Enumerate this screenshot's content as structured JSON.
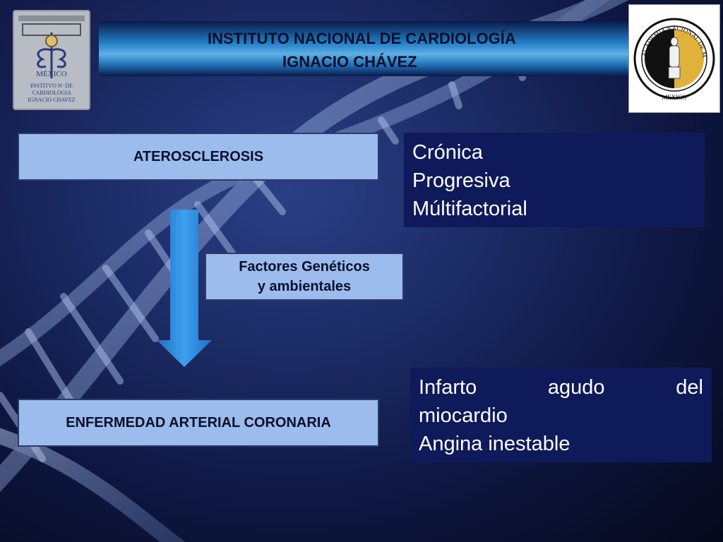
{
  "header": {
    "line1": "INSTITUTO NACIONAL DE CARDIOLOGÍA",
    "line2": "IGNACIO CHÁVEZ"
  },
  "logos": {
    "left": {
      "text_mexico": "MÉXICO",
      "text_lines": [
        "INSTITVO N· DE",
        "CARDIOLOGIA",
        "IGNACIO CHAVEZ"
      ]
    },
    "right": {
      "ring_text": "ACADEMIA NACIONAL DE MEDICINA",
      "bottom_text": "MEXICO"
    }
  },
  "diagram": {
    "atherosclerosis": "ATEROSCLEROSIS",
    "factors": [
      "Factores Genéticos",
      "y ambientales"
    ],
    "disease": "ENFERMEDAD ARTERIAL CORONARIA",
    "traits": [
      "Crónica",
      "Progresiva",
      "Múltifactorial"
    ],
    "outcomes": {
      "line1_words": [
        "Infarto",
        "agudo",
        "del"
      ],
      "line2": "miocardio",
      "line3": "Angina inestable"
    }
  },
  "colors": {
    "background": "#1b2a63",
    "light_box": "#9bbcec",
    "dark_box": "#0f1a5a",
    "arrow": "#2f8fe0"
  }
}
